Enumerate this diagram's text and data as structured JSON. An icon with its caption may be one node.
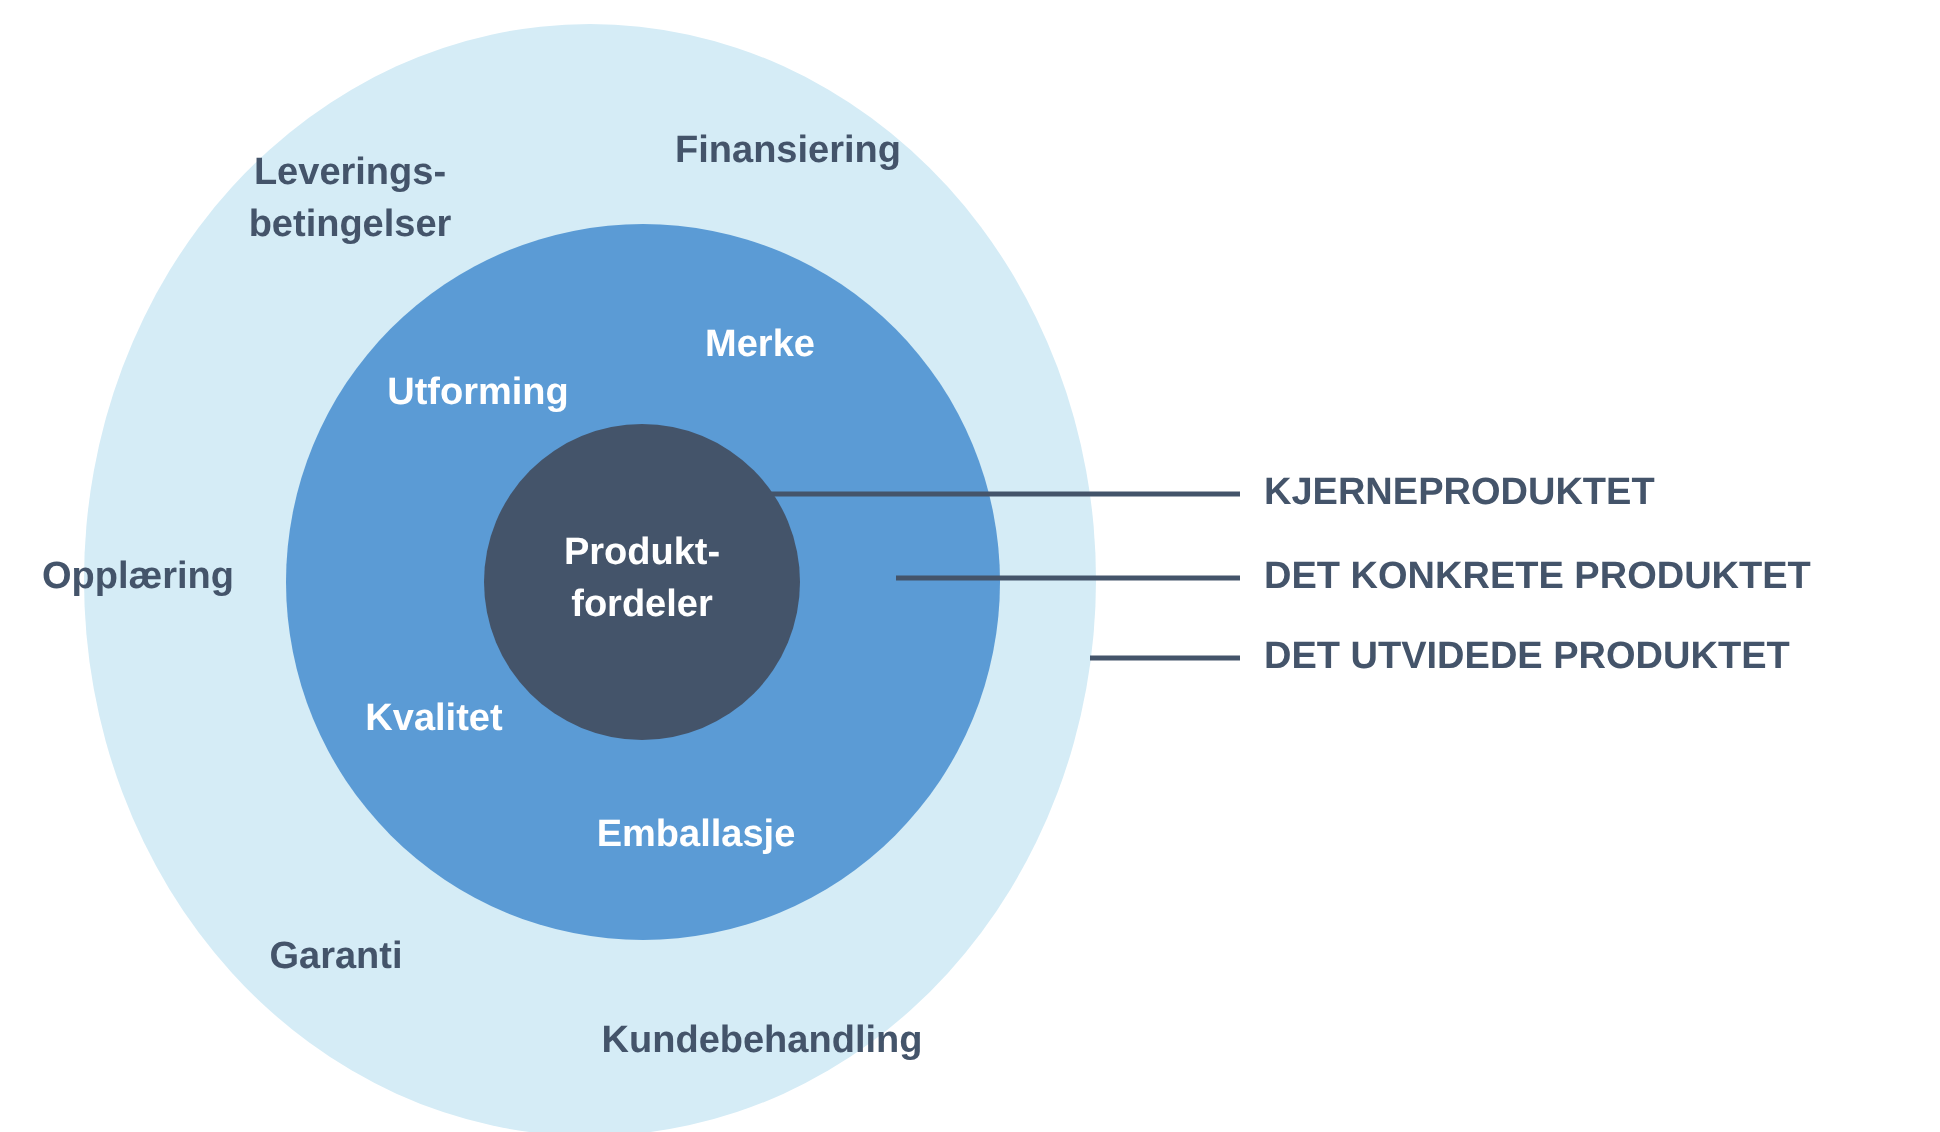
{
  "diagram": {
    "nodes": [
      {
        "text": [
          "Finansiering",
          "Leverings- betingelser",
          "Opplæring",
          "Garanti",
          "Kundebehandling"
        ]
      },
      {
        "text": [
          "Merke",
          "Utforming",
          "Kvalitet",
          "Emballasje"
        ],
        "in": 0
      },
      {
        "text": [
          "Produkt- fordeler"
        ],
        "in": 1
      },
      {
        "text": [
          "KJERNEPRODUKTET"
        ]
      },
      {
        "text": [
          "DET KONKRETE PRODUKTET"
        ]
      },
      {
        "text": [
          "DET UTVIDEDE PRODUKTET"
        ]
      }
    ],
    "edges": [
      {
        "from": 3,
        "to": 2,
        "arrow": "none"
      },
      {
        "from": 4,
        "to": 1,
        "arrow": "none"
      },
      {
        "from": 5,
        "to": 0,
        "arrow": "none"
      }
    ]
  }
}
